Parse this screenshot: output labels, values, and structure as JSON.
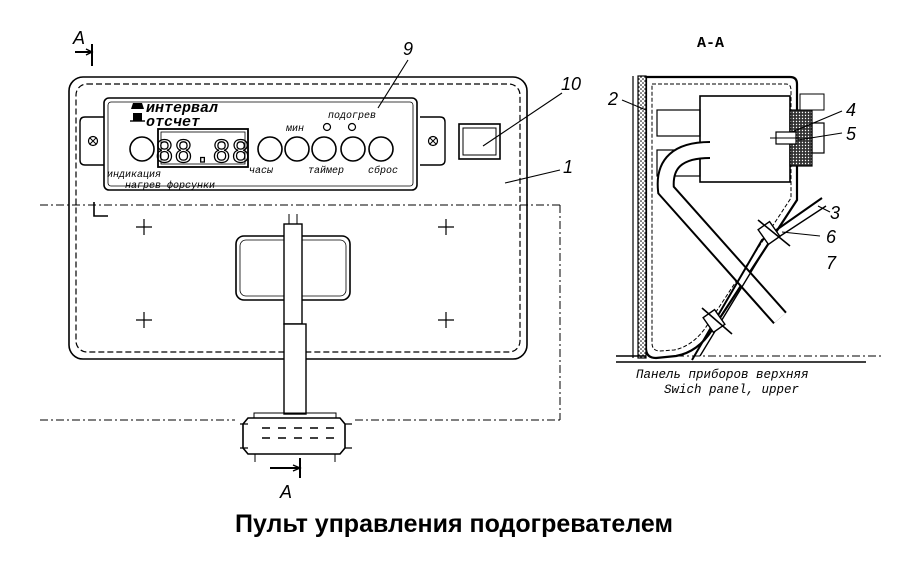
{
  "caption": "Пульт управления подогревателем",
  "section_marks": {
    "a_top": "A",
    "a_bottom": "A",
    "section_title": "А-А"
  },
  "panel": {
    "logo_line1": "интервал",
    "logo_line2": "отсчет",
    "display_digits": "88.88",
    "label_indication": "индикация",
    "label_nozzle_heat": "нагрев форсунки",
    "label_clock": "часы",
    "label_min": "мин",
    "label_heater": "подогрев",
    "label_timer": "таймер",
    "label_reset": "сброс"
  },
  "callouts": [
    "1",
    "2",
    "3",
    "4",
    "5",
    "6",
    "7",
    "9",
    "10"
  ],
  "panel_note": {
    "line_ru": "Панель приборов верхняя",
    "line_en": "Swich panel, upper"
  }
}
